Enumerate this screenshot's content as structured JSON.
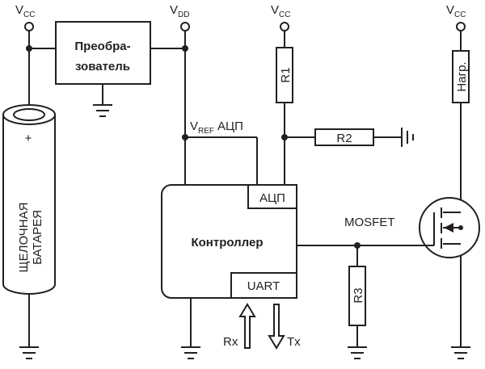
{
  "supply": {
    "v": "V",
    "cc": "CC",
    "dd": "DD"
  },
  "converter": {
    "line1": "Преобра-",
    "line2": "зователь"
  },
  "battery": {
    "plus": "+",
    "line1": "ЩЕЛОЧНАЯ",
    "line2": "БАТАРЕЯ"
  },
  "vref": {
    "v": "V",
    "sub": "REF",
    "suffix": "АЦП"
  },
  "controller": {
    "title": "Контроллер",
    "adc": "АЦП",
    "uart": "UART"
  },
  "signals": {
    "rx": "Rx",
    "tx": "Tx"
  },
  "resistors": {
    "r1": "R1",
    "r2": "R2",
    "r3": "R3",
    "load": "Нагр."
  },
  "transistor": {
    "label": "MOSFET"
  },
  "colors": {
    "ink": "#231f20",
    "battery_fill": "#ffffff"
  }
}
